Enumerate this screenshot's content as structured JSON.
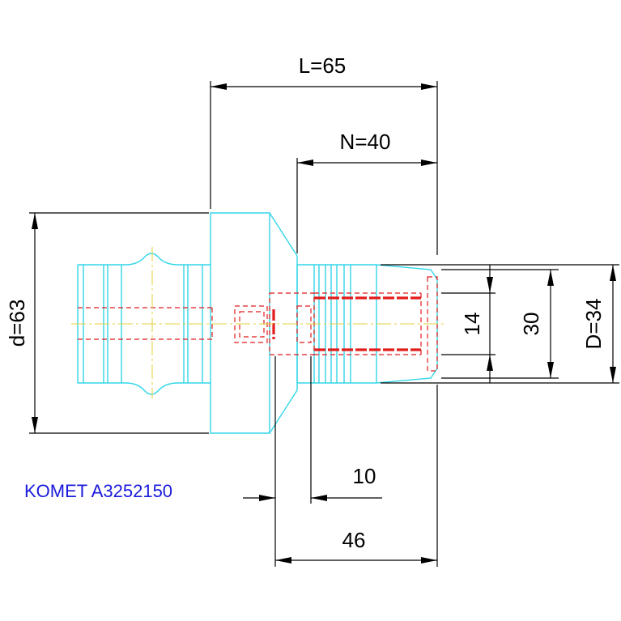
{
  "drawing": {
    "brand_label": "KOMET A3252150",
    "dims": {
      "L": "L=65",
      "N": "N=40",
      "d": "d=63",
      "D": "D=34",
      "dim_14": "14",
      "dim_30": "30",
      "dim_10": "10",
      "dim_46": "46"
    },
    "colors": {
      "outline": "#33d6e8",
      "hidden": "#e21b1b",
      "centerline": "#e6d23a",
      "dimension": "#000000",
      "brand": "#1a1adc"
    }
  }
}
